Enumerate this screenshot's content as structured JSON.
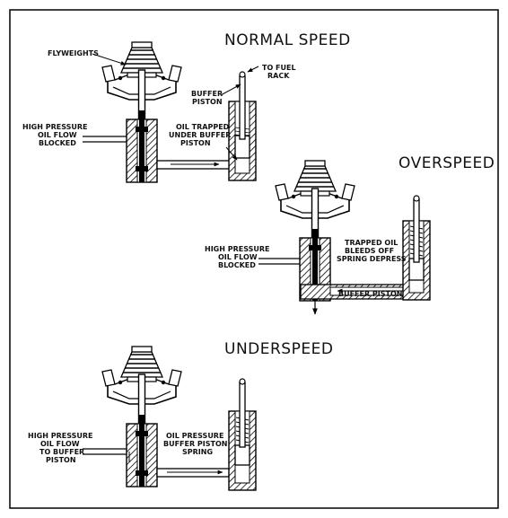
{
  "titles": {
    "normal": "NORMAL SPEED",
    "over": "OVERSPEED",
    "under": "UNDERSPEED"
  },
  "normal": {
    "flyweights": "FLYWEIGHTS",
    "to_fuel_1": "TO FUEL",
    "to_fuel_2": "RACK",
    "buffer_1": "BUFFER",
    "buffer_2": "PISTON",
    "oil_1": "OIL TRAPPED",
    "oil_2": "UNDER BUFFER",
    "oil_3": "PISTON",
    "hp_1": "HIGH PRESSURE",
    "hp_2": "OIL FLOW",
    "hp_3": "BLOCKED"
  },
  "over": {
    "hp_1": "HIGH PRESSURE",
    "hp_2": "OIL FLOW",
    "hp_3": "BLOCKED",
    "trap_1": "TRAPPED OIL",
    "trap_2": "BLEEDS OFF",
    "trap_3": "SPRING DEPRESS",
    "buffer": "BUFFER PISTON"
  },
  "under": {
    "hp_1": "HIGH PRESSURE",
    "hp_2": "OIL FLOW",
    "hp_3": "TO BUFFER",
    "hp_4": "PISTON",
    "oil_1": "OIL PRESSURE",
    "oil_2": "BUFFER PISTON",
    "oil_3": "SPRING"
  }
}
